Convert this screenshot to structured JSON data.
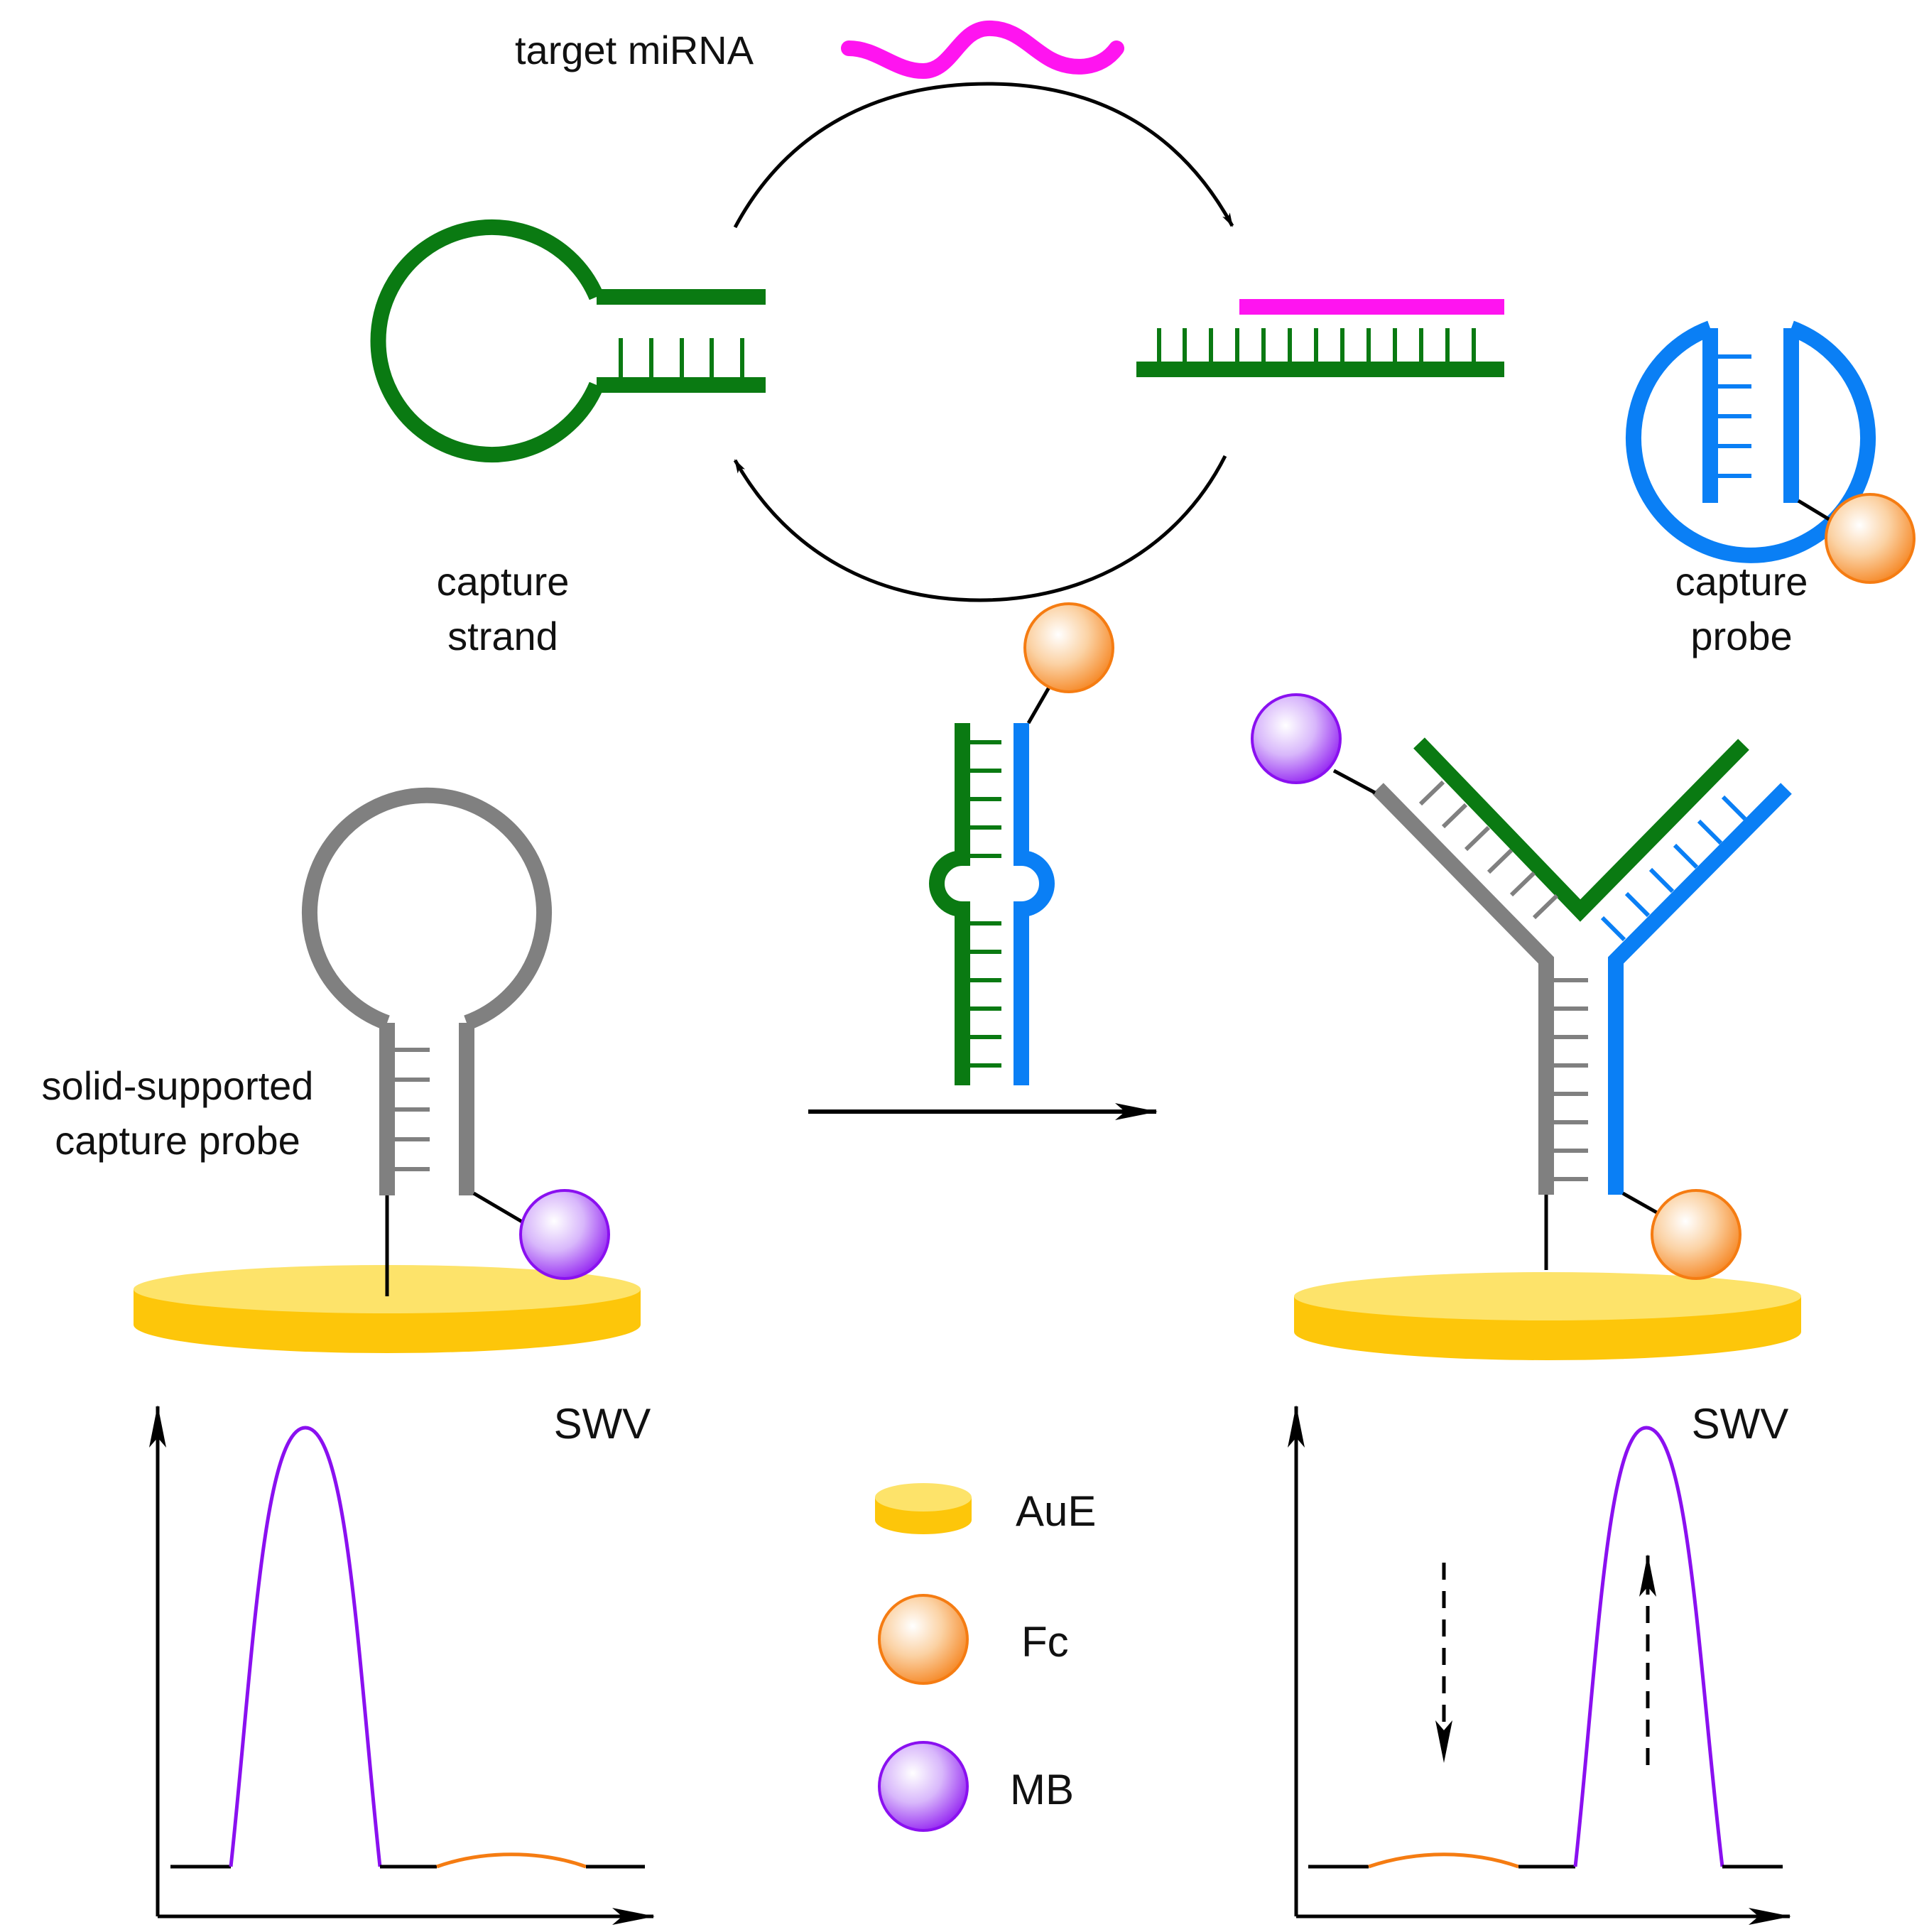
{
  "labels": {
    "target": "target miRNA",
    "capture_strand": [
      "capture",
      "strand"
    ],
    "capture_probe": [
      "capture",
      "probe"
    ],
    "solid_probe": [
      "solid-supported",
      "capture probe"
    ],
    "swv_left": "SWV",
    "swv_right": "SWV"
  },
  "legend": {
    "items": [
      {
        "name": "gold-electrode",
        "label": "AuE"
      },
      {
        "name": "ferrocene",
        "label": "Fc"
      },
      {
        "name": "methylene-blue",
        "label": "MB"
      }
    ]
  },
  "colors": {
    "green": "#0a7a12",
    "blue": "#0a7ff5",
    "gray": "#808080",
    "magenta": "#ff14f0",
    "orange": "#f57c12",
    "purple": "#8a10f0",
    "gold": "#fdc60a",
    "gold_top": "#fde36a"
  },
  "icons": [
    "arrow-icon",
    "dashed-arrow-down-icon",
    "dashed-arrow-up-icon"
  ]
}
